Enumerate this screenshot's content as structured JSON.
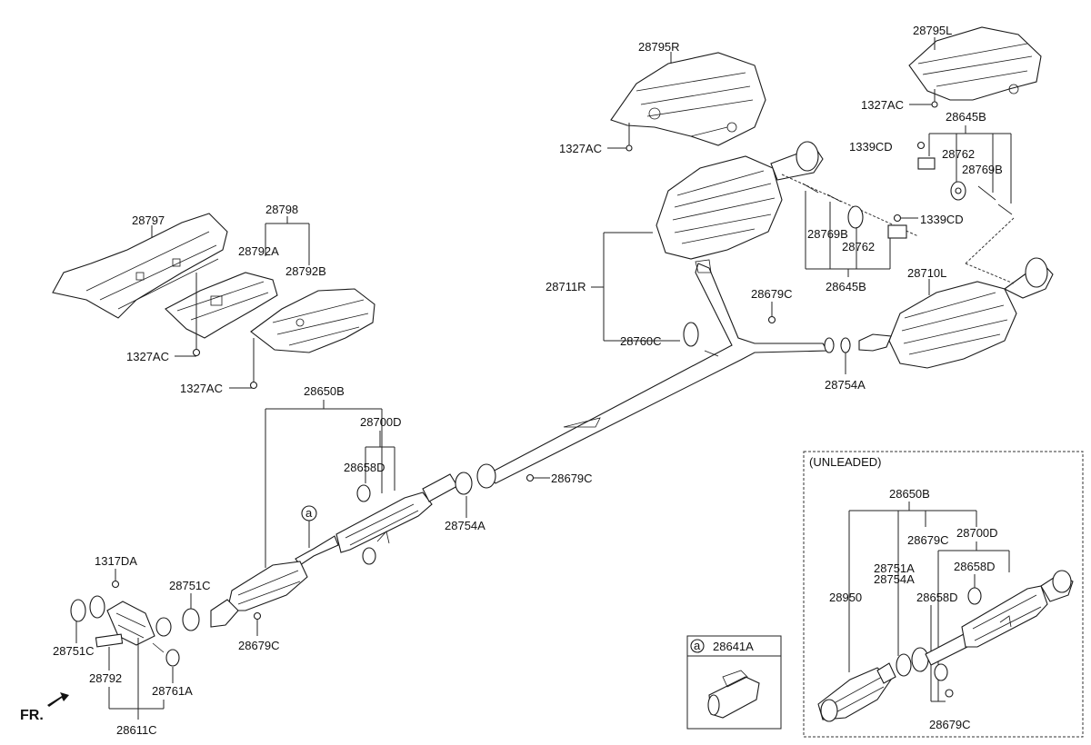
{
  "diagram": {
    "front_label": "FR.",
    "unleaded_title": "(UNLEADED)",
    "callout_marker": "a",
    "callout_part": "28641A",
    "labels": {
      "l_28795R": "28795R",
      "l_28795L": "28795L",
      "l_1327AC_a": "1327AC",
      "l_1327AC_b": "1327AC",
      "l_1327AC_c": "1327AC",
      "l_1327AC_d": "1327AC",
      "l_28645B_top": "28645B",
      "l_1339CD_a": "1339CD",
      "l_1339CD_b": "1339CD",
      "l_28762_a": "28762",
      "l_28769B_a": "28769B",
      "l_28769B_b": "28769B",
      "l_28762_b": "28762",
      "l_28645B_mid": "28645B",
      "l_28797": "28797",
      "l_28798": "28798",
      "l_28792A": "28792A",
      "l_28792B": "28792B",
      "l_28711R": "28711R",
      "l_28710L": "28710L",
      "l_28679C_a": "28679C",
      "l_28760C": "28760C",
      "l_28754A_a": "28754A",
      "l_28650B": "28650B",
      "l_28700D": "28700D",
      "l_28658D": "28658D",
      "l_28679C_b": "28679C",
      "l_28754A_b": "28754A",
      "l_1317DA": "1317DA",
      "l_28751C_a": "28751C",
      "l_28751C_b": "28751C",
      "l_28679C_c": "28679C",
      "l_28792": "28792",
      "l_28761A": "28761A",
      "l_28611C": "28611C",
      "u_28650B": "28650B",
      "u_28679C_a": "28679C",
      "u_28700D": "28700D",
      "u_28751A": "28751A",
      "u_28754A": "28754A",
      "u_28658D_a": "28658D",
      "u_28950": "28950",
      "u_28658D_b": "28658D",
      "u_28679C_b": "28679C"
    }
  }
}
